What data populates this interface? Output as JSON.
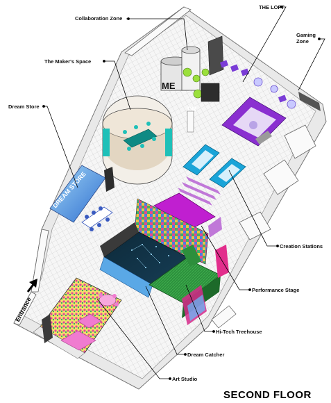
{
  "labels": {
    "collaboration_zone": "Collaboration Zone",
    "the_loft": "THE LOFT",
    "gaming_zone": "Gaming Zone",
    "makers_space": "The Maker's Space",
    "dream_store": "Dream Store",
    "creation_stations": "Creation Stations",
    "performance_stage": "Performance Stage",
    "hi_tech_treehouse": "Hi-Tech Treehouse",
    "dream_catcher": "Dream Catcher",
    "art_studio": "Art Studio",
    "entrance": "Entrance",
    "floor_title": "SECOND FLOOR"
  },
  "signage": {
    "dream_store_sign": "DREAM STORE",
    "loft_letters": "ME"
  },
  "colors": {
    "floor_tile": "#f2f2f2",
    "wall": "#ffffff",
    "makers_teal": "#1ec0b8",
    "purple": "#8a2fd0",
    "magenta": "#c01fd0",
    "creation_blue": "#1aa4d8",
    "stage_green": "#2a8a3a",
    "art_pink": "#f07bd0",
    "loft_lime": "#9be03c",
    "dream_blue": "#4f90d8"
  }
}
